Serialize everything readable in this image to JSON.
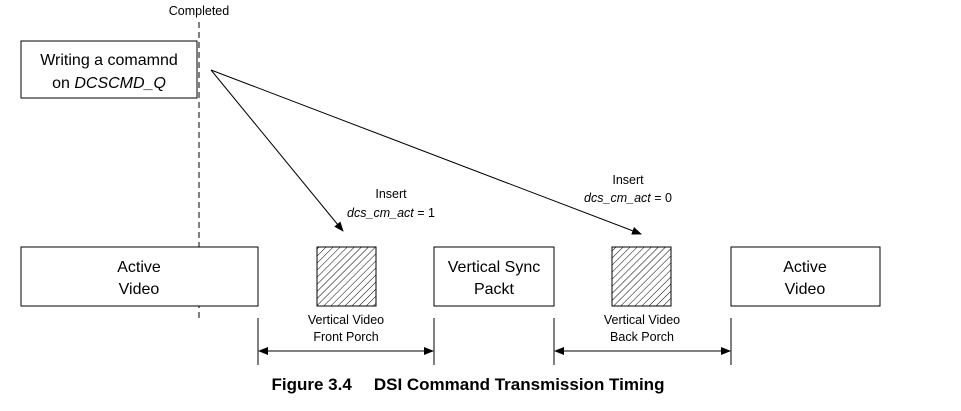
{
  "completed_label": "Completed",
  "command_box": {
    "line1": "Writing a comamnd",
    "line2_prefix": "on ",
    "line2_italic": "DCSCMD_Q"
  },
  "insert_1": {
    "label": "Insert",
    "var": "dcs_cm_act",
    "eq": " = 1"
  },
  "insert_0": {
    "label": "Insert",
    "var": "dcs_cm_act",
    "eq": " = 0"
  },
  "segments": {
    "active_video_left": {
      "line1": "Active",
      "line2": "Video"
    },
    "vertical_sync": {
      "line1": "Vertical Sync",
      "line2": "Packt"
    },
    "active_video_right": {
      "line1": "Active",
      "line2": "Video"
    }
  },
  "porches": {
    "front": {
      "line1": "Vertical Video",
      "line2": "Front Porch"
    },
    "back": {
      "line1": "Vertical Video",
      "line2": "Back Porch"
    }
  },
  "caption": {
    "number": "Figure 3.4",
    "title": "DSI Command Transmission Timing"
  }
}
